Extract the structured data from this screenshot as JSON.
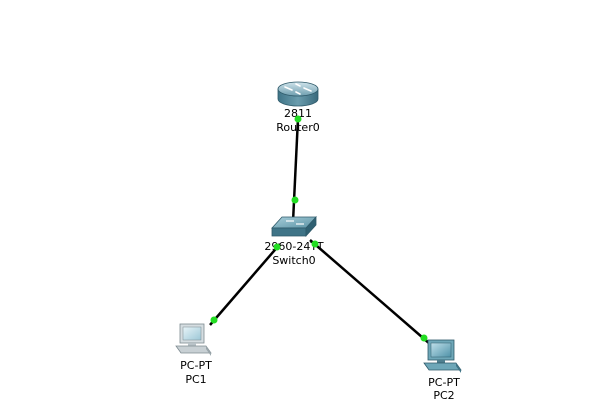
{
  "devices": {
    "router": {
      "model": "2811",
      "name": "Router0"
    },
    "switch": {
      "model": "2960-24TT",
      "name": "Switch0"
    },
    "pc1": {
      "model": "PC-PT",
      "name": "PC1"
    },
    "pc2": {
      "model": "PC-PT",
      "name": "PC2"
    }
  },
  "colors": {
    "link": "#000000",
    "port_up": "#22dd22",
    "device_teal": "#4a8fa0"
  }
}
